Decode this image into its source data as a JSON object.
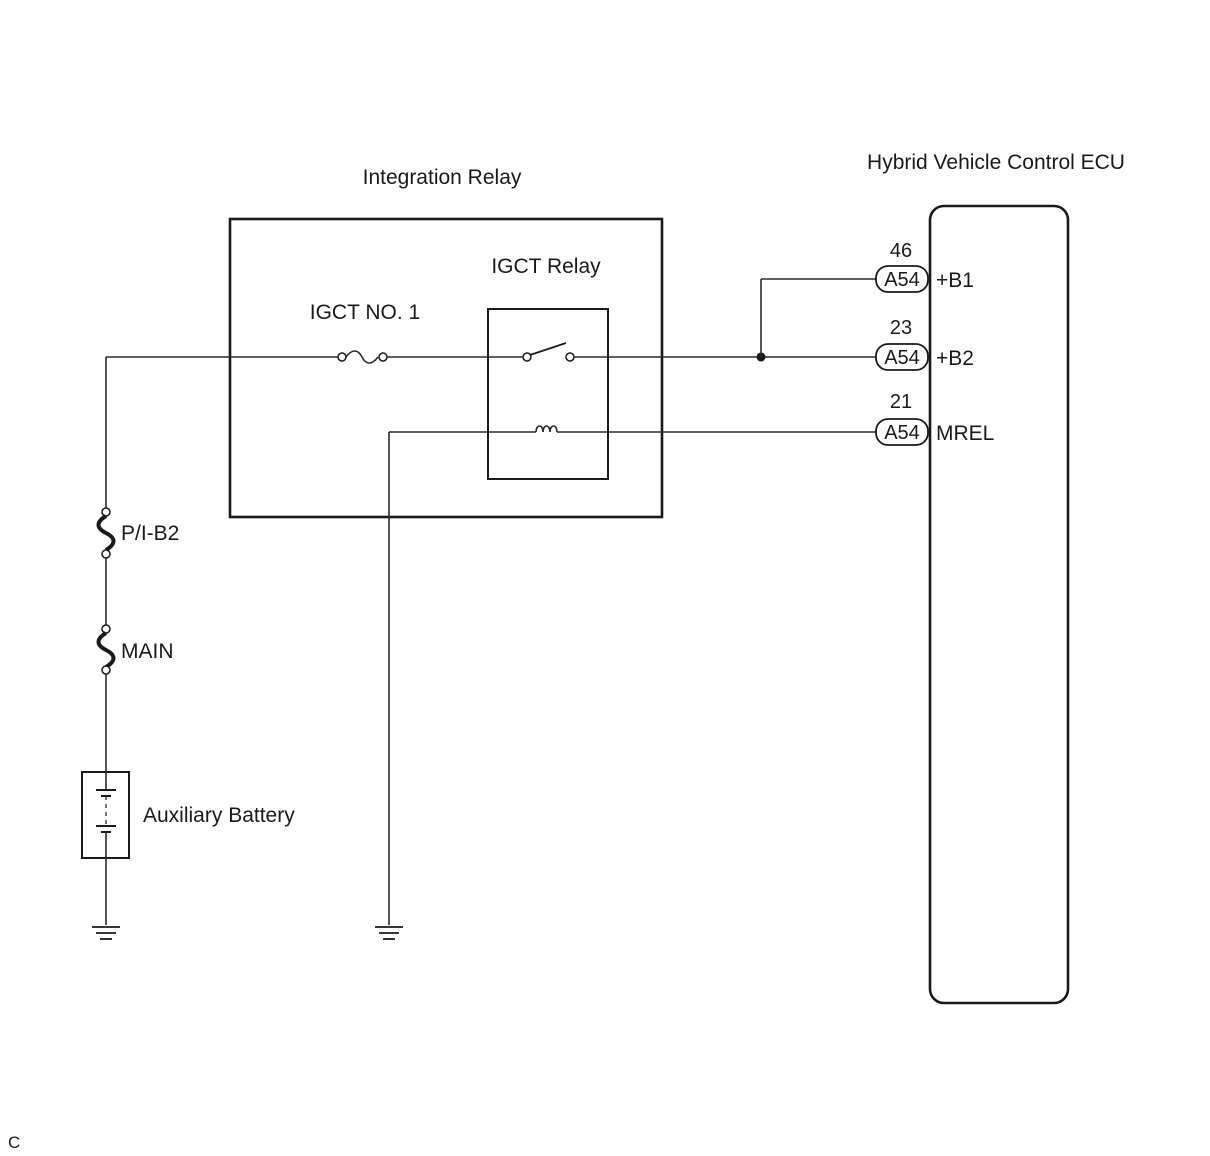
{
  "integration_relay": {
    "label": "Integration Relay"
  },
  "igct_relay": {
    "label": "IGCT Relay"
  },
  "igct_fuse": {
    "label": "IGCT NO. 1"
  },
  "ecu": {
    "label": "Hybrid Vehicle Control ECU"
  },
  "connectors": [
    {
      "pin": "46",
      "connector": "A54",
      "terminal": "+B1"
    },
    {
      "pin": "23",
      "connector": "A54",
      "terminal": "+B2"
    },
    {
      "pin": "21",
      "connector": "A54",
      "terminal": "MREL"
    }
  ],
  "fuses": [
    {
      "label": "P/I-B2"
    },
    {
      "label": "MAIN"
    }
  ],
  "battery": {
    "label": "Auxiliary Battery"
  },
  "corner_mark": "C"
}
